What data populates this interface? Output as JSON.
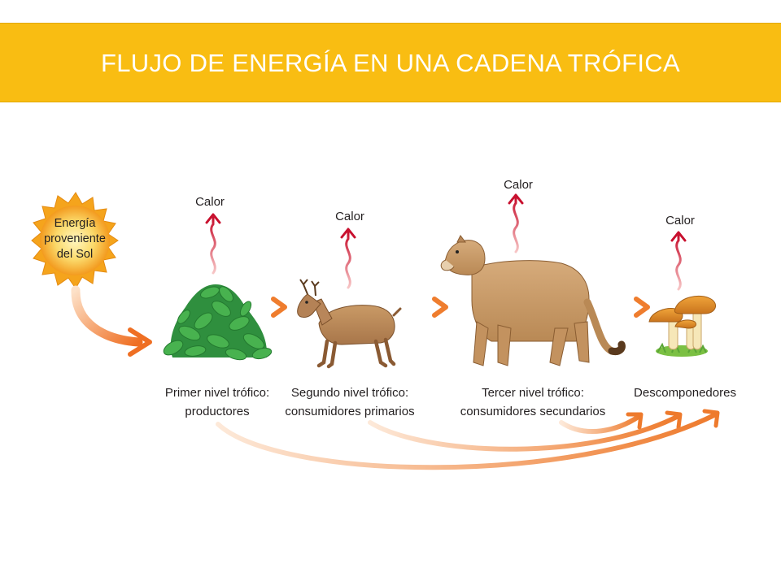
{
  "header": {
    "title": "FLUJO DE ENERGÍA EN UNA CADENA TRÓFICA"
  },
  "sun": {
    "line1": "Energía",
    "line2": "proveniente",
    "line3": "del Sol"
  },
  "heat": {
    "label": "Calor"
  },
  "levels": [
    {
      "line1": "Primer nivel trófico:",
      "line2": "productores"
    },
    {
      "line1": "Segundo nivel trófico:",
      "line2": "consumidores primarios"
    },
    {
      "line1": "Tercer nivel trófico:",
      "line2": "consumidores secundarios"
    },
    {
      "line1": "Descomponedores"
    }
  ],
  "colors": {
    "banner": "#f9bd12",
    "banner_text": "#ffffff",
    "flow_arrow": "#ef7d2e",
    "heat_arrow": "#c8102e",
    "sun": "#f7a21b",
    "plant": "#3aa84a"
  }
}
